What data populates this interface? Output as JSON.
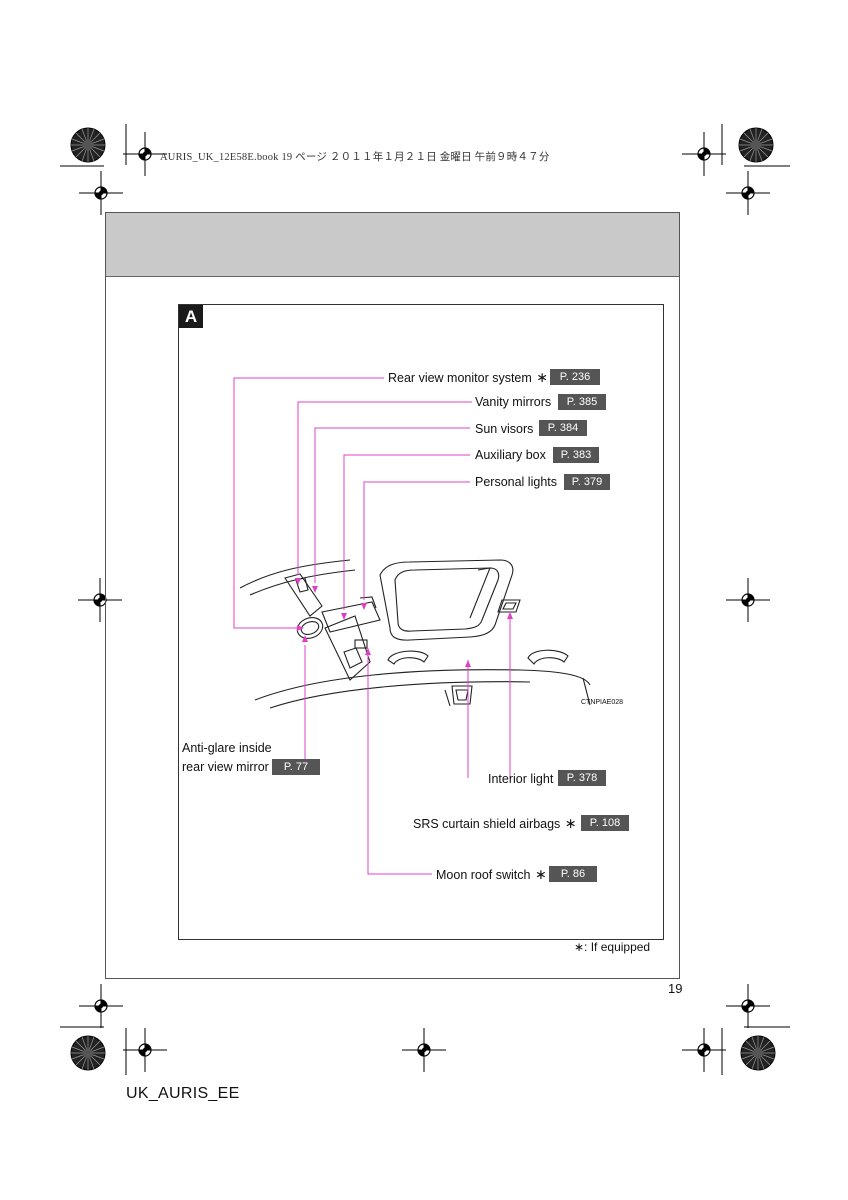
{
  "print_header": "AURIS_UK_12E58E.book  19 ページ  ２０１１年１月２１日  金曜日  午前９時４７分",
  "section_badge": "A",
  "callouts": {
    "rear_view_monitor": {
      "label": "Rear view monitor system",
      "star": "∗",
      "ref": "P. 236"
    },
    "vanity_mirrors": {
      "label": "Vanity mirrors",
      "ref": "P. 385"
    },
    "sun_visors": {
      "label": "Sun visors",
      "ref": "P. 384"
    },
    "auxiliary_box": {
      "label": "Auxiliary box",
      "ref": "P. 383"
    },
    "personal_lights": {
      "label": "Personal lights",
      "ref": "P. 379"
    },
    "anti_glare_mirror": {
      "label_line1": "Anti-glare inside",
      "label_line2": "rear view mirror",
      "ref": "P. 77"
    },
    "interior_light": {
      "label": "Interior light",
      "ref": "P. 378"
    },
    "srs_airbags": {
      "label": "SRS curtain shield airbags",
      "star": "∗",
      "ref": "P. 108"
    },
    "moon_roof_switch": {
      "label": "Moon roof switch",
      "star": "∗",
      "ref": "P. 86"
    }
  },
  "figure_code": "CTNPIAE028",
  "footnote": "∗: If equipped",
  "page_number": "19",
  "footer_code": "UK_AURIS_EE",
  "colors": {
    "leader_line": "#e040c8",
    "header_band": "#c9c9c9",
    "ref_box": "#555555"
  },
  "icons": [
    "registration-mark-icon",
    "color-wheel-icon"
  ]
}
